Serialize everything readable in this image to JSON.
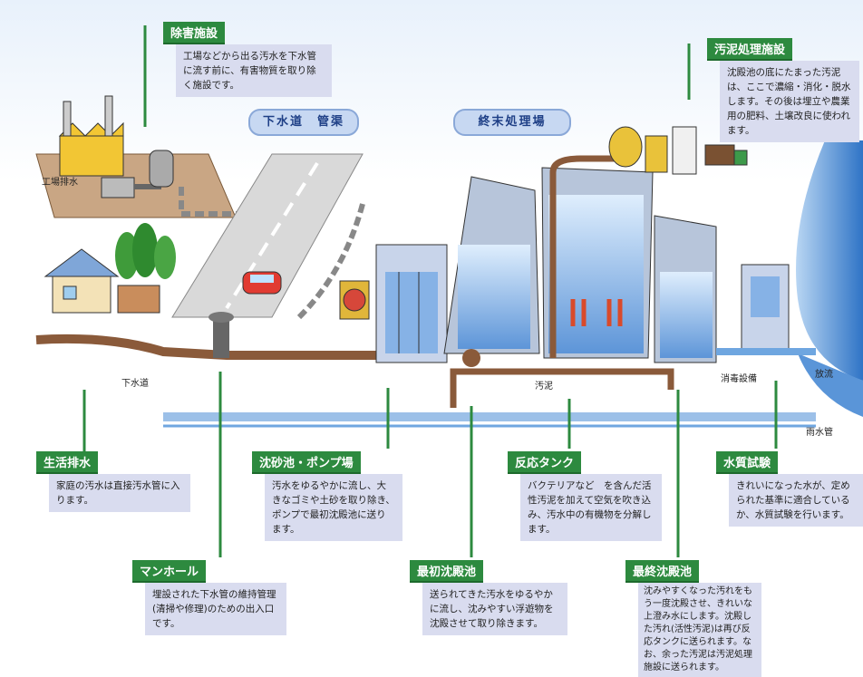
{
  "callouts": {
    "removal": {
      "title": "除害施設",
      "body": "工場などから出る汚水を下水管に流す前に、有害物質を取り除く施設です。"
    },
    "sludge": {
      "title": "汚泥処理施設",
      "body": "沈殿池の底にたまった汚泥は、ここで濃縮・消化・脱水します。その後は埋立や農業用の肥料、土壌改良に使われます。"
    },
    "household": {
      "title": "生活排水",
      "body": "家庭の汚水は直接汚水管に入ります。"
    },
    "grit": {
      "title": "沈砂池・ポンプ場",
      "body": "汚水をゆるやかに流し、大きなゴミや土砂を取り除き、ポンプで最初沈殿池に送ります。"
    },
    "reaction": {
      "title": "反応タンク",
      "body": "バクテリアなど　を含んだ活性汚泥を加えて空気を吹き込み、汚水中の有機物を分解します。"
    },
    "quality": {
      "title": "水質試験",
      "body": "きれいになった水が、定められた基準に適合しているか、水質試験を行います。"
    },
    "manhole": {
      "title": "マンホール",
      "body": "埋設された下水管の維持管理(清掃や修理)のための出入口です。"
    },
    "primary": {
      "title": "最初沈殿池",
      "body": "送られてきた汚水をゆるやかに流し、沈みやすい浮遊物を沈殿させて取り除きます。"
    },
    "final": {
      "title": "最終沈殿池",
      "body": "沈みやすくなった汚れをもう一度沈殿させ、きれいな上澄み水にします。沈殿した汚れ(活性汚泥)は再び反応タンクに送られます。なお、余った汚泥は汚泥処理施設に送られます。"
    }
  },
  "section_labels": {
    "sewer": "下水道　管渠",
    "plant": "終末処理場"
  },
  "scene_labels": {
    "factory_drain": "工場排水",
    "sewer": "下水道",
    "sludge": "汚泥",
    "disinfection": "消毒設備",
    "discharge": "放流",
    "rainwater_pipe": "雨水管"
  },
  "colors": {
    "callout_title": "#2d8a3f",
    "callout_body": "#d9dcef",
    "pipe": "#8a5a3a",
    "water": "#6fa6e0",
    "leader": "#2d8a3f"
  }
}
